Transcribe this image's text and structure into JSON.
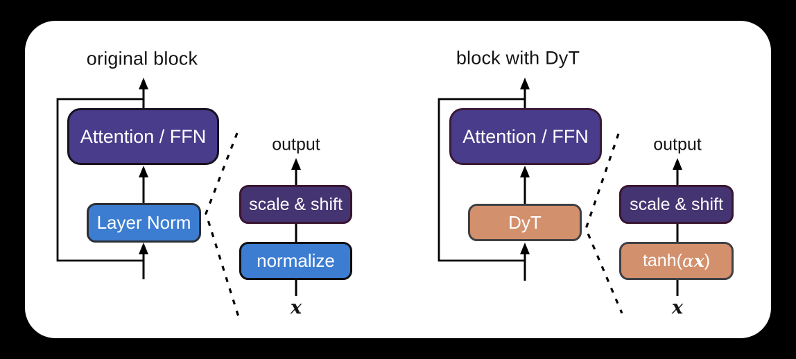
{
  "figure": {
    "left_block": {
      "title": "original block",
      "attention_label": "Attention / FFN",
      "norm_label": "Layer Norm"
    },
    "left_detail": {
      "output_label": "output",
      "scale_shift_label": "scale & shift",
      "op_label": "normalize",
      "input_label": "x"
    },
    "right_block": {
      "title": "block with DyT",
      "attention_label": "Attention / FFN",
      "norm_label": "DyT"
    },
    "right_detail": {
      "output_label": "output",
      "scale_shift_label": "scale & shift",
      "op_prefix": "tanh(",
      "op_alpha": "α",
      "op_x": "x",
      "op_suffix": ")",
      "input_label": "x"
    },
    "colors": {
      "canvas_bg": "#000000",
      "card_bg": "#ffffff",
      "attention_fill": "#483c8b",
      "scale_shift_fill": "#453472",
      "blue_fill": "#3c7dd2",
      "salmon_fill": "#d3906d",
      "line_color": "#000000"
    }
  }
}
